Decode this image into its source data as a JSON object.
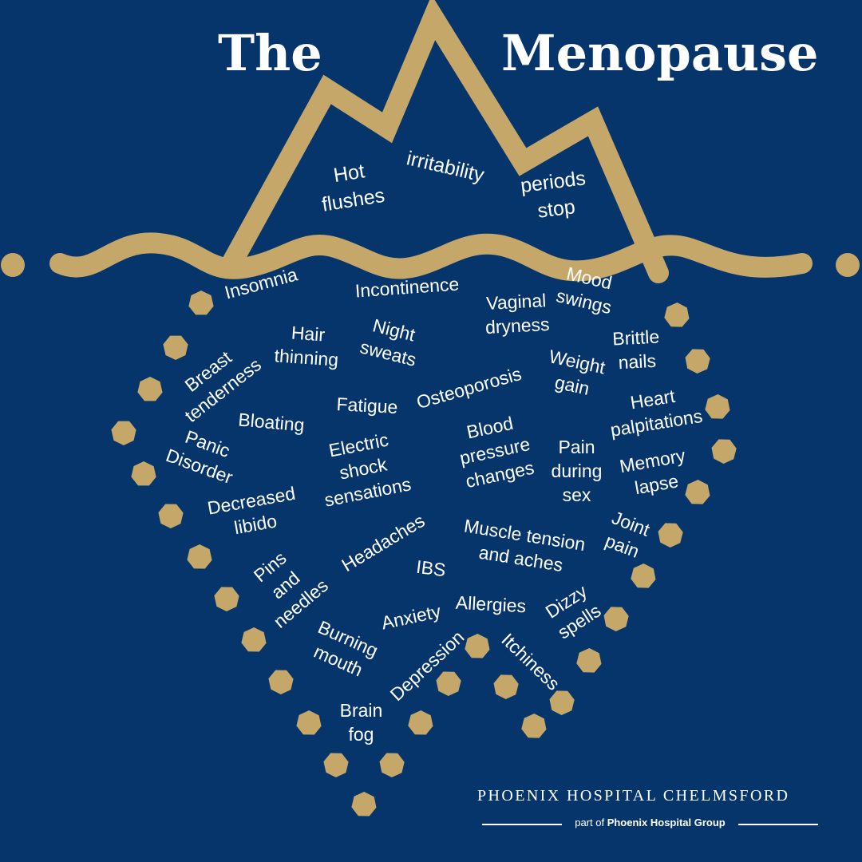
{
  "colors": {
    "background": "#06356b",
    "gold": "#c6a76a",
    "text": "#ffffff"
  },
  "title": {
    "part1": "The",
    "part2": "Menopause"
  },
  "above_surface": [
    {
      "id": "hot-flushes",
      "text": "Hot\nflushes"
    },
    {
      "id": "irritability",
      "text": "irritability"
    },
    {
      "id": "periods-stop",
      "text": "periods\nstop"
    }
  ],
  "below_surface": [
    {
      "id": "insomnia",
      "text": "Insomnia"
    },
    {
      "id": "incontinence",
      "text": "Incontinence"
    },
    {
      "id": "mood-swings",
      "text": "Mood\nswings"
    },
    {
      "id": "vaginal-dryness",
      "text": "Vaginal\ndryness"
    },
    {
      "id": "hair-thinning",
      "text": "Hair\nthinning"
    },
    {
      "id": "night-sweats",
      "text": "Night\nsweats"
    },
    {
      "id": "brittle-nails",
      "text": "Brittle\nnails"
    },
    {
      "id": "breast-tenderness",
      "text": "Breast\ntenderness"
    },
    {
      "id": "weight-gain",
      "text": "Weight\ngain"
    },
    {
      "id": "osteoporosis",
      "text": "Osteoporosis"
    },
    {
      "id": "fatigue",
      "text": "Fatigue"
    },
    {
      "id": "heart-palpitations",
      "text": "Heart\npalpitations"
    },
    {
      "id": "bloating",
      "text": "Bloating"
    },
    {
      "id": "blood-pressure-changes",
      "text": "Blood\npressure\nchanges"
    },
    {
      "id": "panic-disorder",
      "text": "Panic\nDisorder"
    },
    {
      "id": "electric-shock-sensations",
      "text": "Electric\nshock\nsensations"
    },
    {
      "id": "pain-during-sex",
      "text": "Pain\nduring\nsex"
    },
    {
      "id": "memory-lapse",
      "text": "Memory\nlapse"
    },
    {
      "id": "decreased-libido",
      "text": "Decreased\nlibido"
    },
    {
      "id": "joint-pain",
      "text": "Joint\npain"
    },
    {
      "id": "muscle-tension",
      "text": "Muscle tension\nand aches"
    },
    {
      "id": "headaches",
      "text": "Headaches"
    },
    {
      "id": "pins-and-needles",
      "text": "Pins\nand\nneedles"
    },
    {
      "id": "ibs",
      "text": "IBS"
    },
    {
      "id": "dizzy-spells",
      "text": "Dizzy\nspells"
    },
    {
      "id": "allergies",
      "text": "Allergies"
    },
    {
      "id": "anxiety",
      "text": "Anxiety"
    },
    {
      "id": "burning-mouth",
      "text": "Burning\nmouth"
    },
    {
      "id": "depression",
      "text": "Depression"
    },
    {
      "id": "itchiness",
      "text": "Itchiness"
    },
    {
      "id": "brain-fog",
      "text": "Brain\nfog"
    }
  ],
  "branding": {
    "name": "PHOENIX HOSPITAL CHELMSFORD",
    "tagline_prefix": "part of ",
    "tagline_group": "Phoenix Hospital Group"
  }
}
